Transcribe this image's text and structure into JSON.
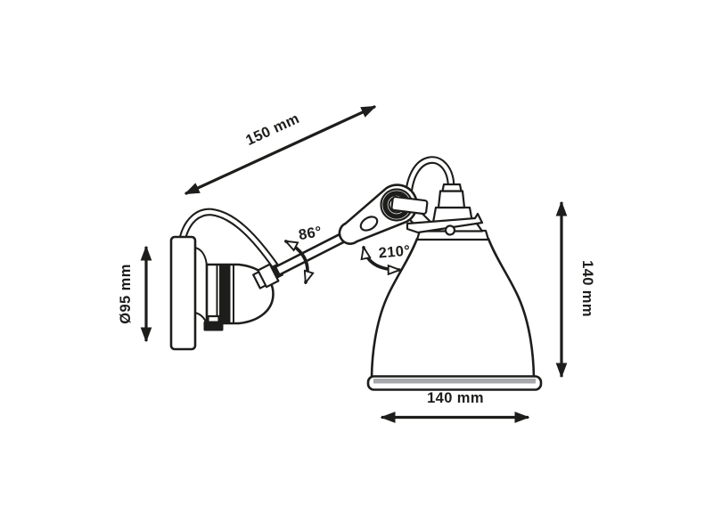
{
  "drawing": {
    "description": "Wall lamp technical line drawing with dimension annotations",
    "colors": {
      "line": "#1d1d1b",
      "background": "#ffffff",
      "rim_gray": "#a7a9ac"
    },
    "dimensions": {
      "arm_length": "150 mm",
      "wall_base_diameter": "Ø95 mm",
      "shade_height": "140 mm",
      "shade_diameter": "140 mm",
      "arm_rotation_angle": "86°",
      "shade_rotation_angle": "210°"
    }
  }
}
